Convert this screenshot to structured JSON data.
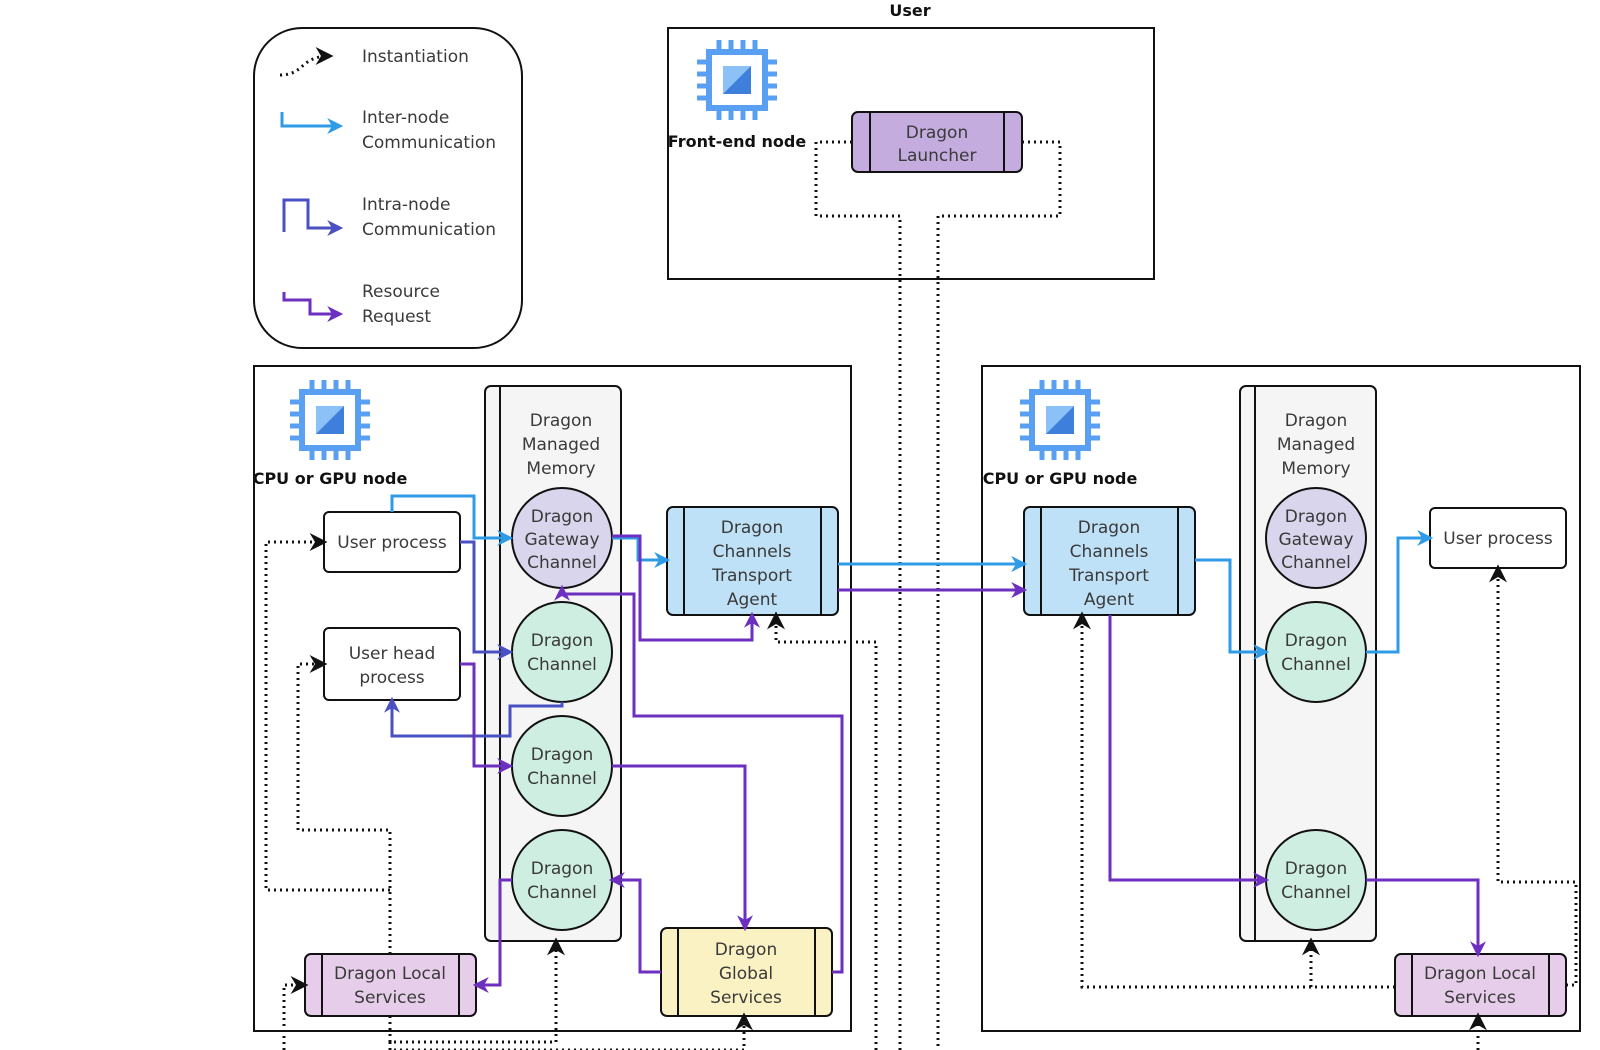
{
  "legend": {
    "instantiation": "Instantiation",
    "inter_node_1": "Inter-node",
    "inter_node_2": "Communication",
    "intra_node_1": "Intra-node",
    "intra_node_2": "Communication",
    "resource_1": "Resource",
    "resource_2": "Request"
  },
  "user": {
    "title": "User",
    "frontend_label": "Front-end node",
    "launcher_1": "Dragon",
    "launcher_2": "Launcher"
  },
  "left_node": {
    "label": "CPU or GPU node",
    "memory_1": "Dragon",
    "memory_2": "Managed",
    "memory_3": "Memory",
    "user_process": "User process",
    "user_head_1": "User head",
    "user_head_2": "process",
    "gateway_1": "Dragon",
    "gateway_2": "Gateway",
    "gateway_3": "Channel",
    "channel_1": "Dragon",
    "channel_2": "Channel",
    "transport_1": "Dragon",
    "transport_2": "Channels",
    "transport_3": "Transport",
    "transport_4": "Agent",
    "local_1": "Dragon Local",
    "local_2": "Services",
    "global_1": "Dragon",
    "global_2": "Global",
    "global_3": "Services"
  },
  "right_node": {
    "label": "CPU or GPU node",
    "memory_1": "Dragon",
    "memory_2": "Managed",
    "memory_3": "Memory",
    "user_process": "User process",
    "gateway_1": "Dragon",
    "gateway_2": "Gateway",
    "gateway_3": "Channel",
    "channel_1": "Dragon",
    "channel_2": "Channel",
    "transport_1": "Dragon",
    "transport_2": "Channels",
    "transport_3": "Transport",
    "transport_4": "Agent",
    "local_1": "Dragon Local",
    "local_2": "Services"
  },
  "colors": {
    "inter_node": "#2f9be6",
    "intra_node": "#4a4fc1",
    "resource_request": "#6d2fbf",
    "transport_fill": "#bfe1f7",
    "local_services_fill": "#e6cdea",
    "launcher_fill": "#c5acdf",
    "global_services_fill": "#fbf2c4",
    "channel_fill": "#cfeee2",
    "gateway_fill": "#d9d5ec"
  }
}
